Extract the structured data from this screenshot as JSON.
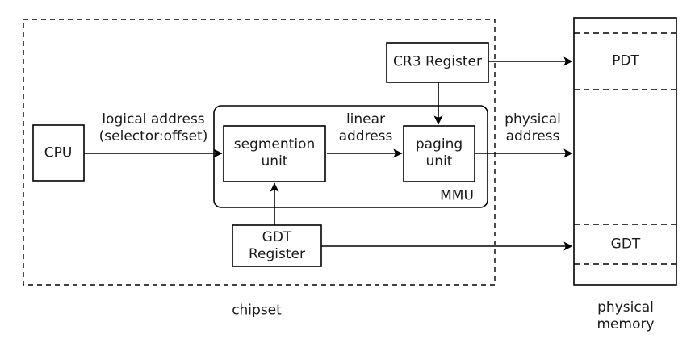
{
  "diagram": {
    "title_labels": {
      "chipset": "chipset",
      "physical_memory": "physical\nmemory"
    },
    "boxes": {
      "cpu": "CPU",
      "segmentation_unit": "segmention\nunit",
      "paging_unit": "paging\nunit",
      "cr3_register": "CR3 Register",
      "gdt_register": "GDT\nRegister",
      "mmu": "MMU"
    },
    "memory_regions": {
      "pdt": "PDT",
      "gdt": "GDT"
    },
    "edge_labels": {
      "logical_address": "logical address\n(selector:offset)",
      "linear_address": "linear\naddress",
      "physical_address": "physical\naddress"
    },
    "colors": {
      "stroke": "#000000",
      "text": "#1a1a1a",
      "background": "#ffffff"
    }
  }
}
